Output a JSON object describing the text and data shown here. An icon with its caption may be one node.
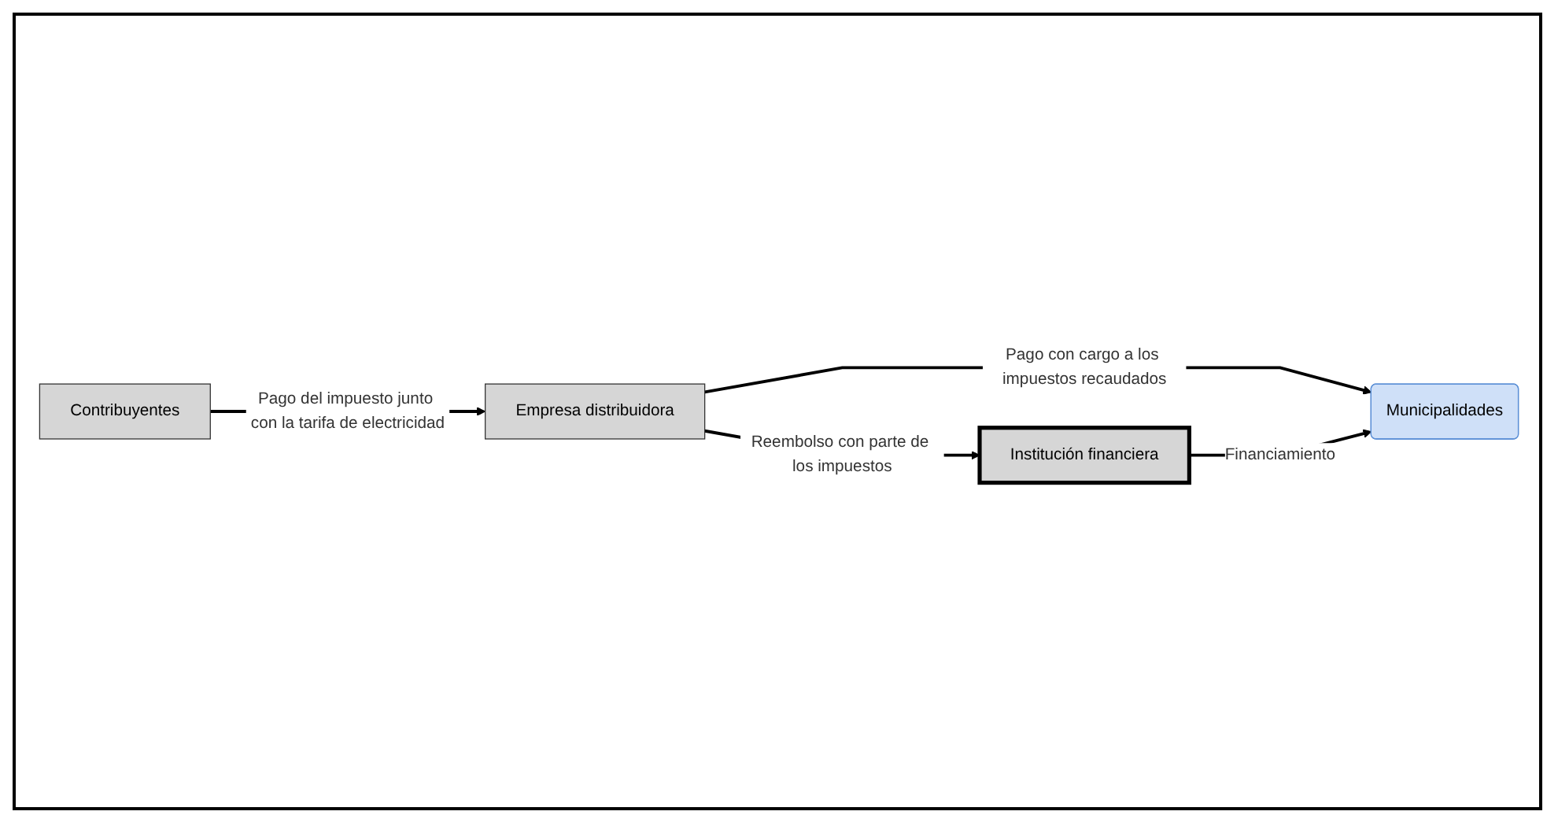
{
  "diagram": {
    "nodes": [
      {
        "text": [
          "Institución financiera"
        ]
      },
      {
        "text": [
          "Empresa distribuidora"
        ]
      },
      {
        "text": [
          "Municipalidades"
        ]
      },
      {
        "text": [
          "Contribuyentes"
        ]
      }
    ],
    "edges": [
      {
        "from": 1,
        "to": 0,
        "arrow": "to",
        "label": "Reembolso con parte de los impuestos"
      },
      {
        "from": 1,
        "to": 2,
        "arrow": "to",
        "label": "Pago con cargo a los impuestos recaudados"
      },
      {
        "from": 0,
        "to": 2,
        "arrow": "to",
        "label": "Financiamiento"
      },
      {
        "from": 3,
        "to": 1,
        "arrow": "to",
        "label": "Pago del impuesto junto con la tarifa de electricidad"
      }
    ]
  }
}
